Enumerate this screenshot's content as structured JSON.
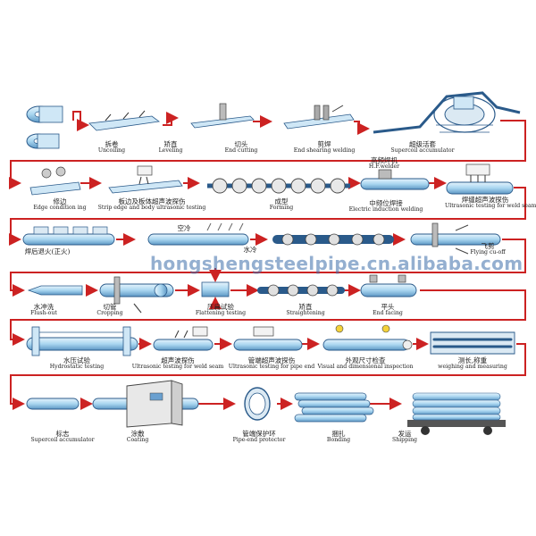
{
  "watermark": "hongshengsteelpipe.cn.alibaba.com",
  "colors": {
    "arrow": "#cc2222",
    "pipe_fill": "#a9d6f0",
    "pipe_stroke": "#2a5a8a",
    "machine": "#dbe9f3"
  },
  "row1": {
    "s1": {
      "cn": "拆卷",
      "en": "Uncoiling"
    },
    "s2": {
      "cn": "矫直",
      "en": "Leveling"
    },
    "s3": {
      "cn": "切头",
      "en": "End cutting"
    },
    "s4": {
      "cn": "剪焊",
      "en": "End shearing welding"
    },
    "s5": {
      "cn": "超级活套",
      "en": "Supercoil accumulator"
    }
  },
  "row2": {
    "s1": {
      "cn": "修边",
      "en": "Edge condition ing"
    },
    "s2": {
      "cn": "板边及板体超声波探伤",
      "en": "Strip edge and body ultrasonic testing"
    },
    "s3": {
      "cn": "成型",
      "en": "Forming"
    },
    "s4a": {
      "cn": "高频焊机",
      "en": "H.F.welder"
    },
    "s4b": {
      "cn": "中频位焊接",
      "en": "Electric induction welding"
    },
    "s5": {
      "cn": "焊缝超声波探伤",
      "en": "Ultrasonic testing for weld seam"
    }
  },
  "row3": {
    "s1": {
      "cn": "焊后退火(正火)",
      "en": ""
    },
    "s2": {
      "cn": "空冷",
      "en": ""
    },
    "s3": {
      "cn": "水冷",
      "en": ""
    },
    "s4": {
      "cn": "飞剪",
      "en": "Flying cu-off"
    }
  },
  "row4": {
    "s1": {
      "cn": "水冲洗",
      "en": "Flush-out"
    },
    "s2": {
      "cn": "切管",
      "en": "Cropping"
    },
    "s3": {
      "cn": "压扁试验",
      "en": "Flattening testing"
    },
    "s4": {
      "cn": "矫直",
      "en": "Straightening"
    },
    "s5": {
      "cn": "平头",
      "en": "End facing"
    }
  },
  "row5": {
    "s1": {
      "cn": "水压试验",
      "en": "Hydrostatic testing"
    },
    "s2": {
      "cn": "超声波探伤",
      "en": "Ultrasonic testing for weld seam"
    },
    "s3": {
      "cn": "管端超声波探伤",
      "en": "Ultrasonic testing for pipe end"
    },
    "s4": {
      "cn": "外观尺寸检查",
      "en": "Visual and dimensional inspection"
    },
    "s5": {
      "cn": "测长,称重",
      "en": "weighing and measuring"
    }
  },
  "row6": {
    "s1": {
      "cn": "标志",
      "en": "Supercoil accumulator"
    },
    "s2": {
      "cn": "涂敷",
      "en": "Coating"
    },
    "s3": {
      "cn": "管端保护环",
      "en": "Pipe-end protector"
    },
    "s4": {
      "cn": "捆扎",
      "en": "Bonding"
    },
    "s5": {
      "cn": "发运",
      "en": "Shipping"
    }
  }
}
